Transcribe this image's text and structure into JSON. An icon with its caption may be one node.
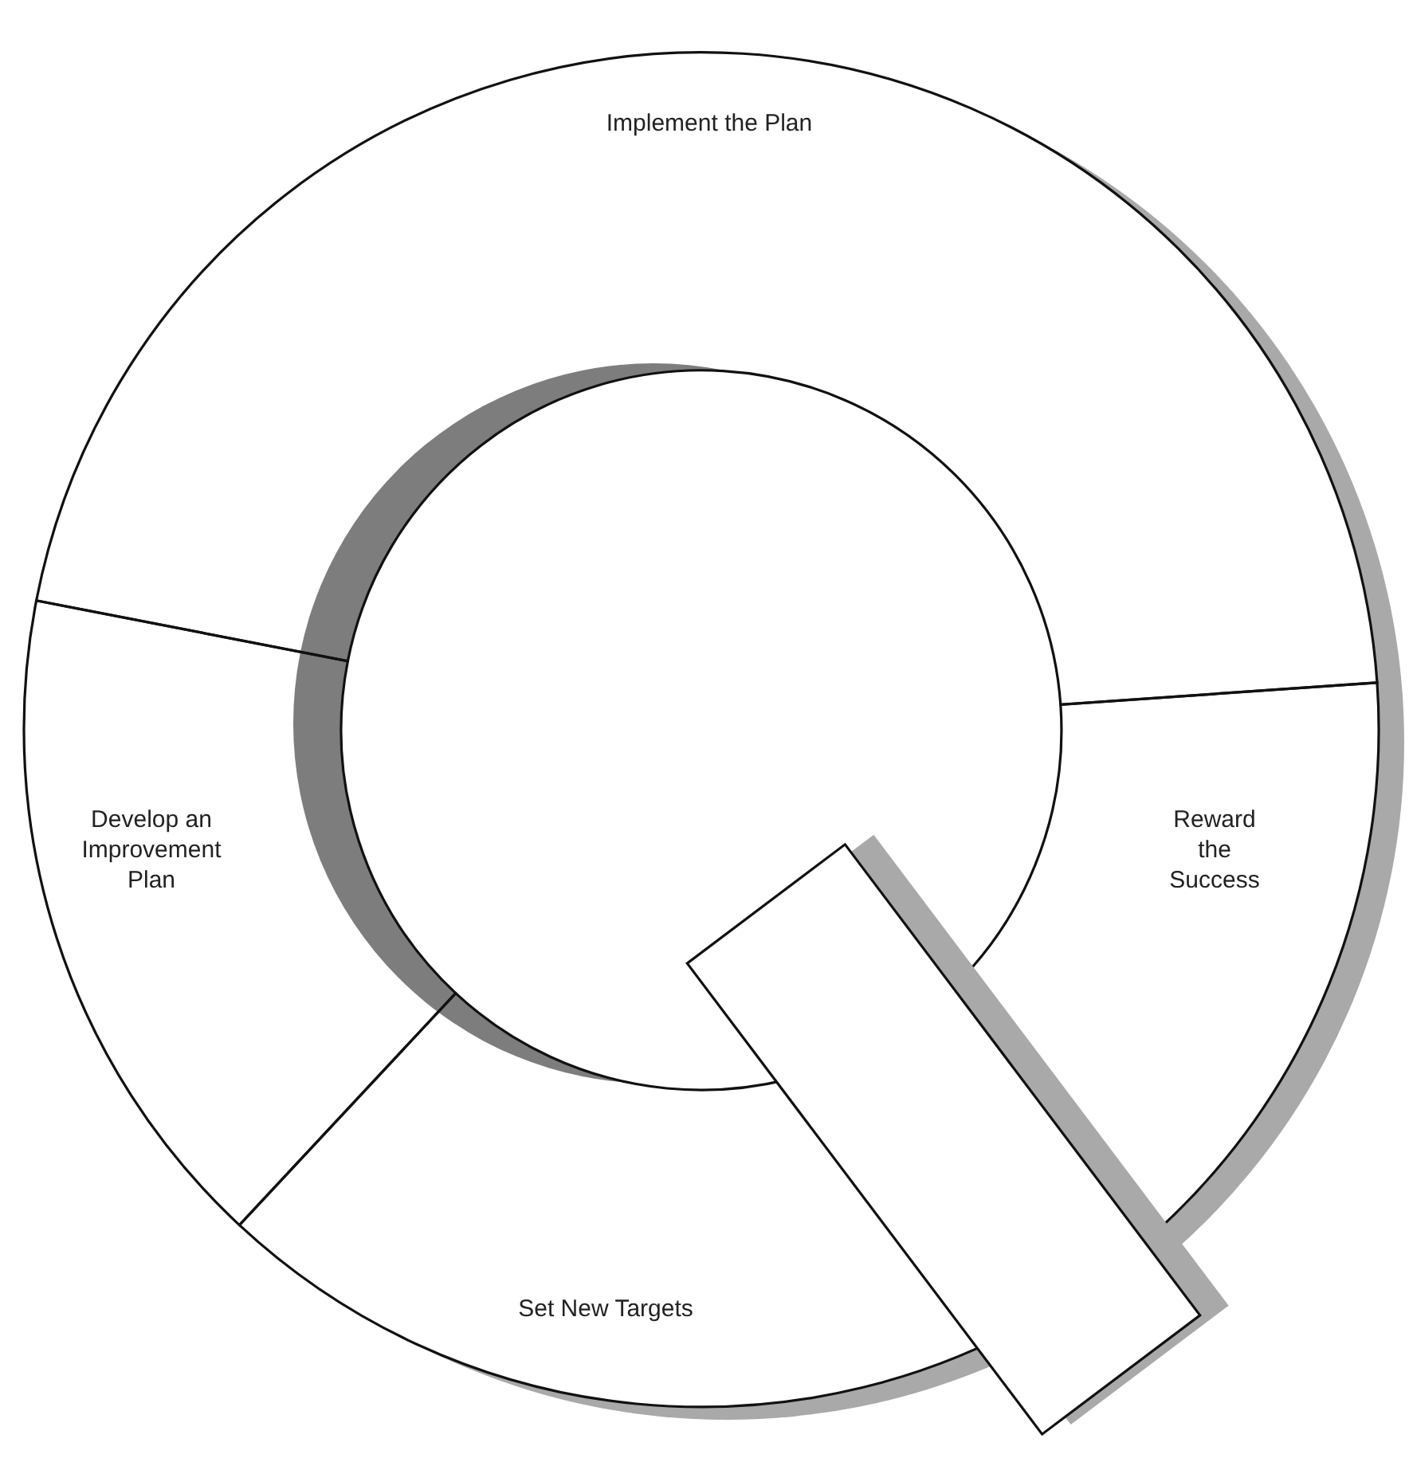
{
  "diagram": {
    "nodes": [
      {
        "text": [
          "Implement the Plan"
        ]
      },
      {
        "text": [
          "Reward the Success"
        ]
      },
      {
        "text": [
          "Set New Targets"
        ]
      },
      {
        "text": [
          "Develop an Improvement Plan"
        ]
      }
    ],
    "edges": []
  }
}
